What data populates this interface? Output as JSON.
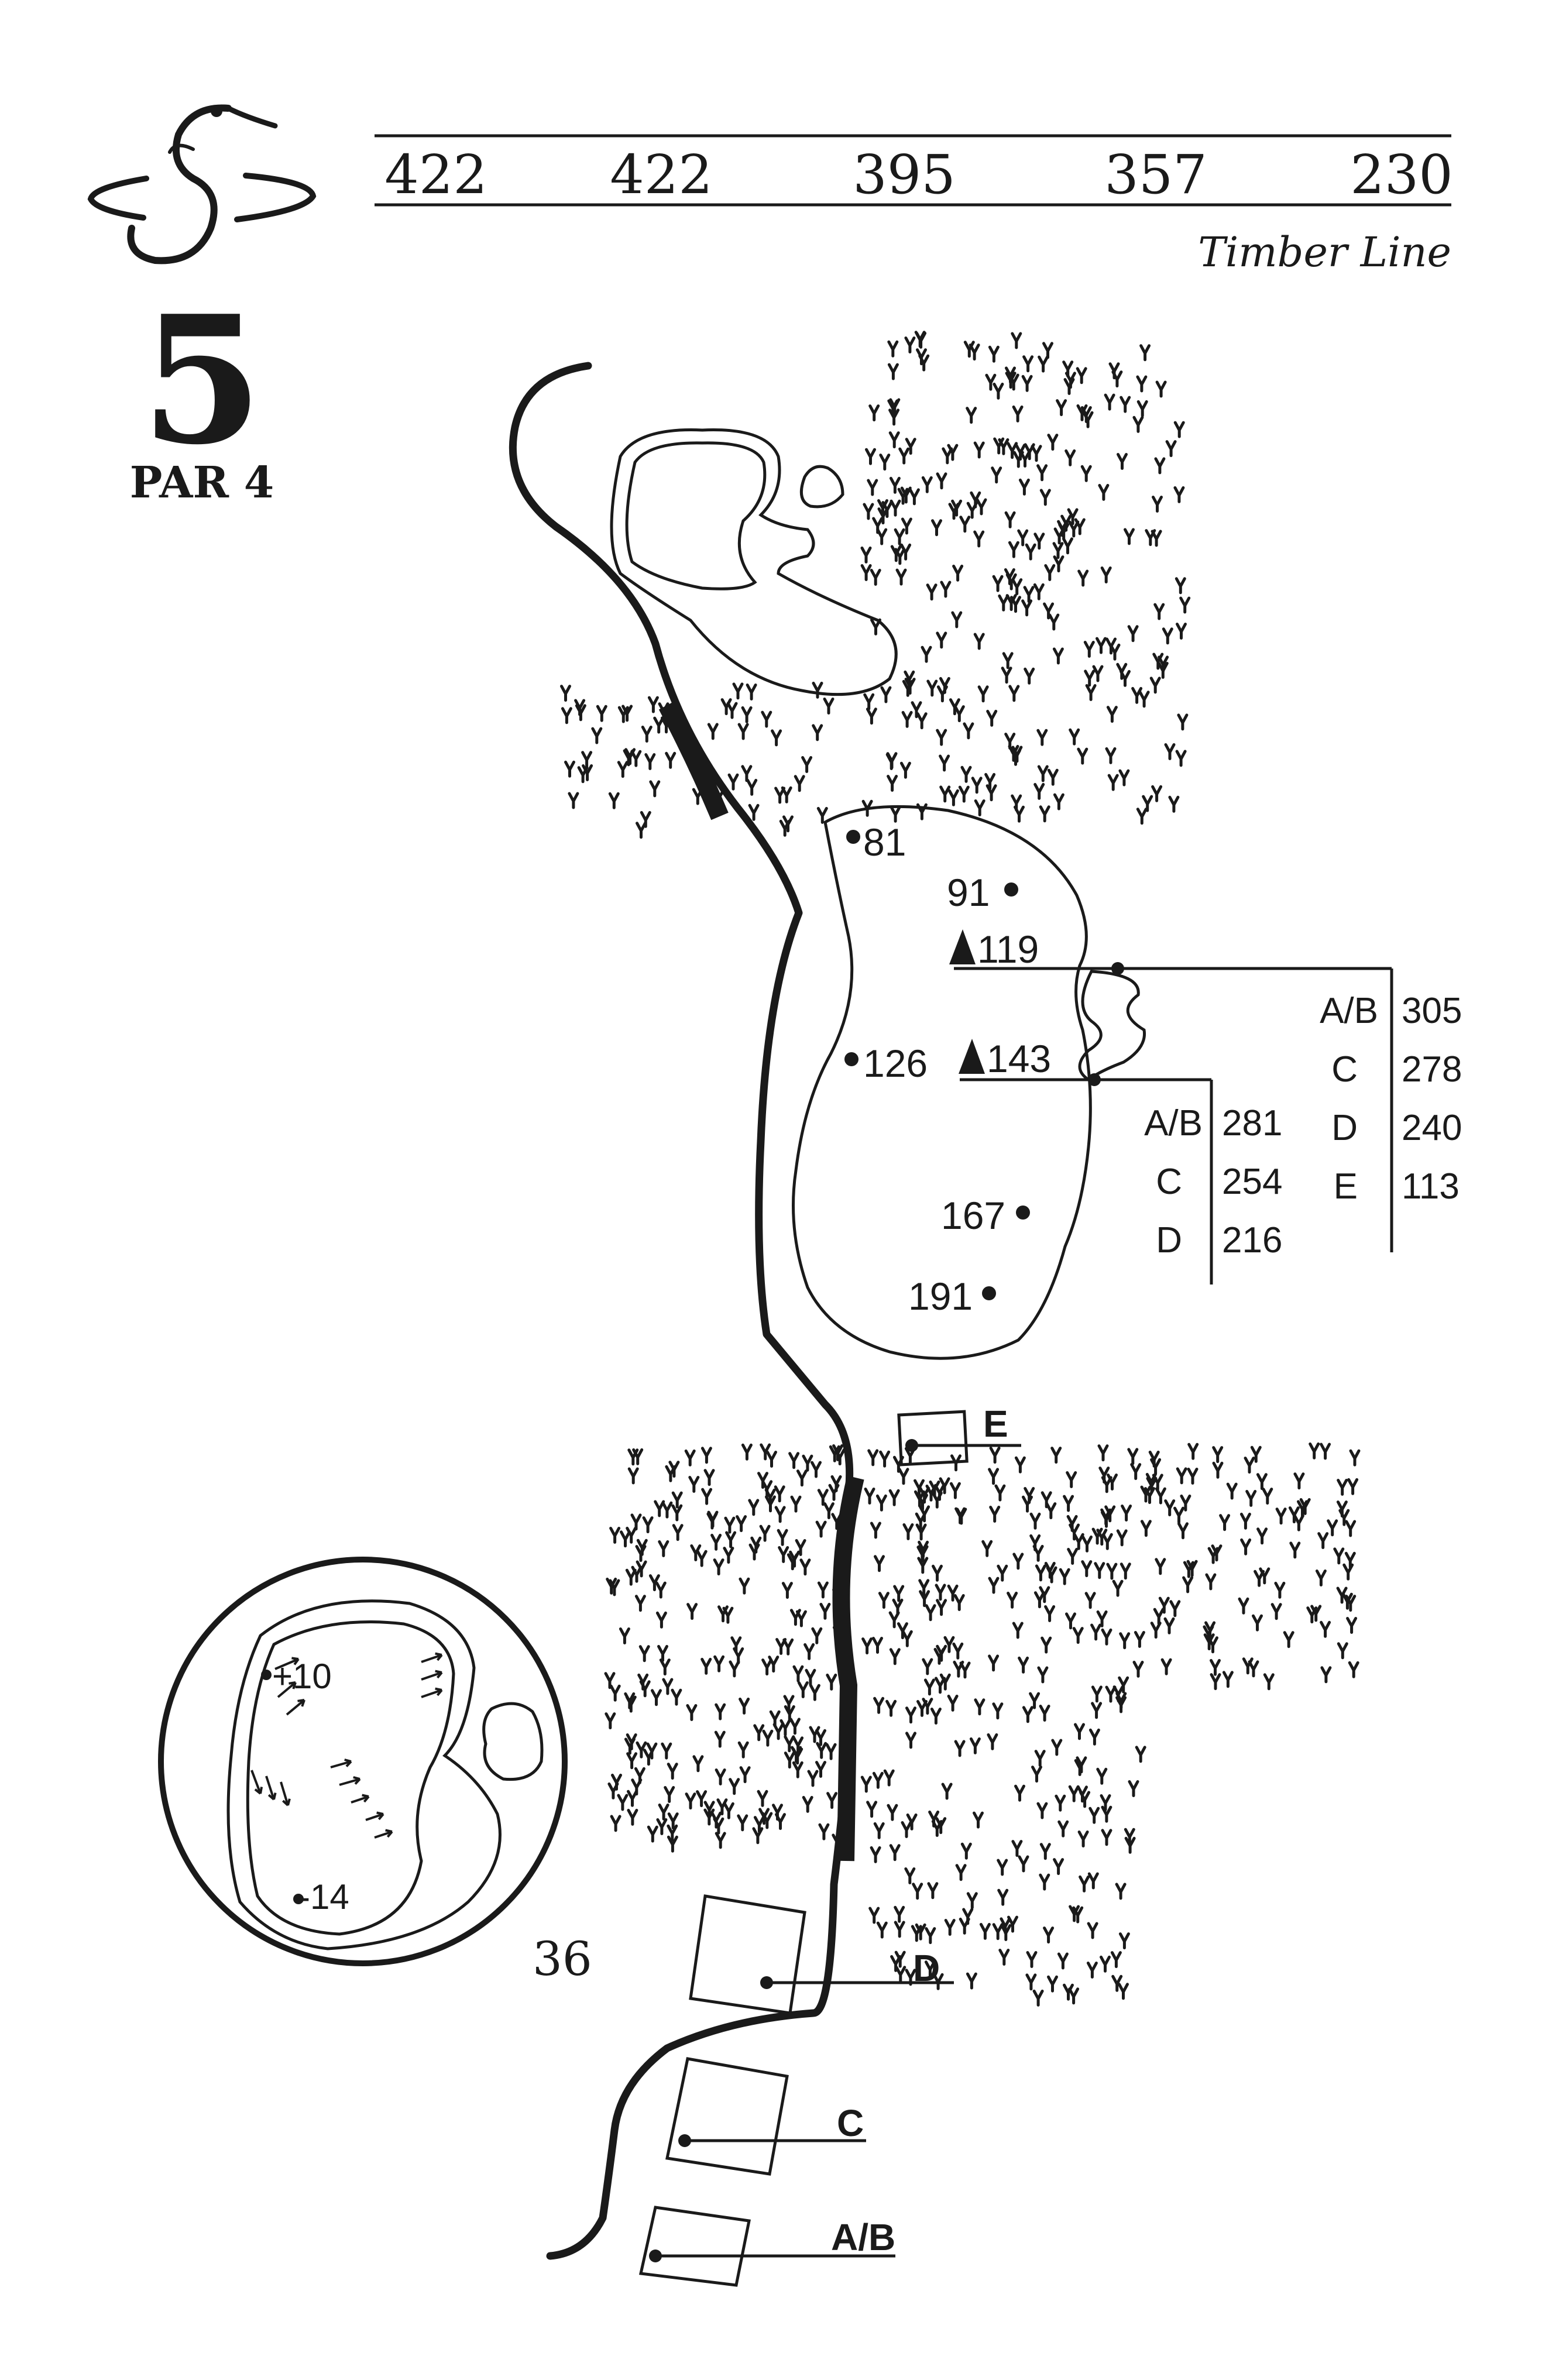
{
  "hole": {
    "number": "5",
    "par": "PAR 4",
    "tee_name": "Timber Line"
  },
  "yardages": [
    "422",
    "422",
    "395",
    "357",
    "230"
  ],
  "markers": {
    "m81": "81",
    "m91": "91",
    "m119": "119",
    "m126": "126",
    "m143": "143",
    "m167": "167",
    "m191": "191"
  },
  "carry_upper": {
    "labels": [
      "A/B",
      "C",
      "D",
      "E"
    ],
    "values": [
      "305",
      "278",
      "240",
      "113"
    ]
  },
  "carry_lower": {
    "labels": [
      "A/B",
      "C",
      "D"
    ],
    "values": [
      "281",
      "254",
      "216"
    ]
  },
  "tees": {
    "e": "E",
    "d": "D",
    "c": "C",
    "ab": "A/B"
  },
  "green": {
    "upper_slope": "+10",
    "lower_slope": "-14",
    "depth": "36"
  },
  "colors": {
    "ink": "#1a1a1a",
    "paper": "#ffffff"
  }
}
